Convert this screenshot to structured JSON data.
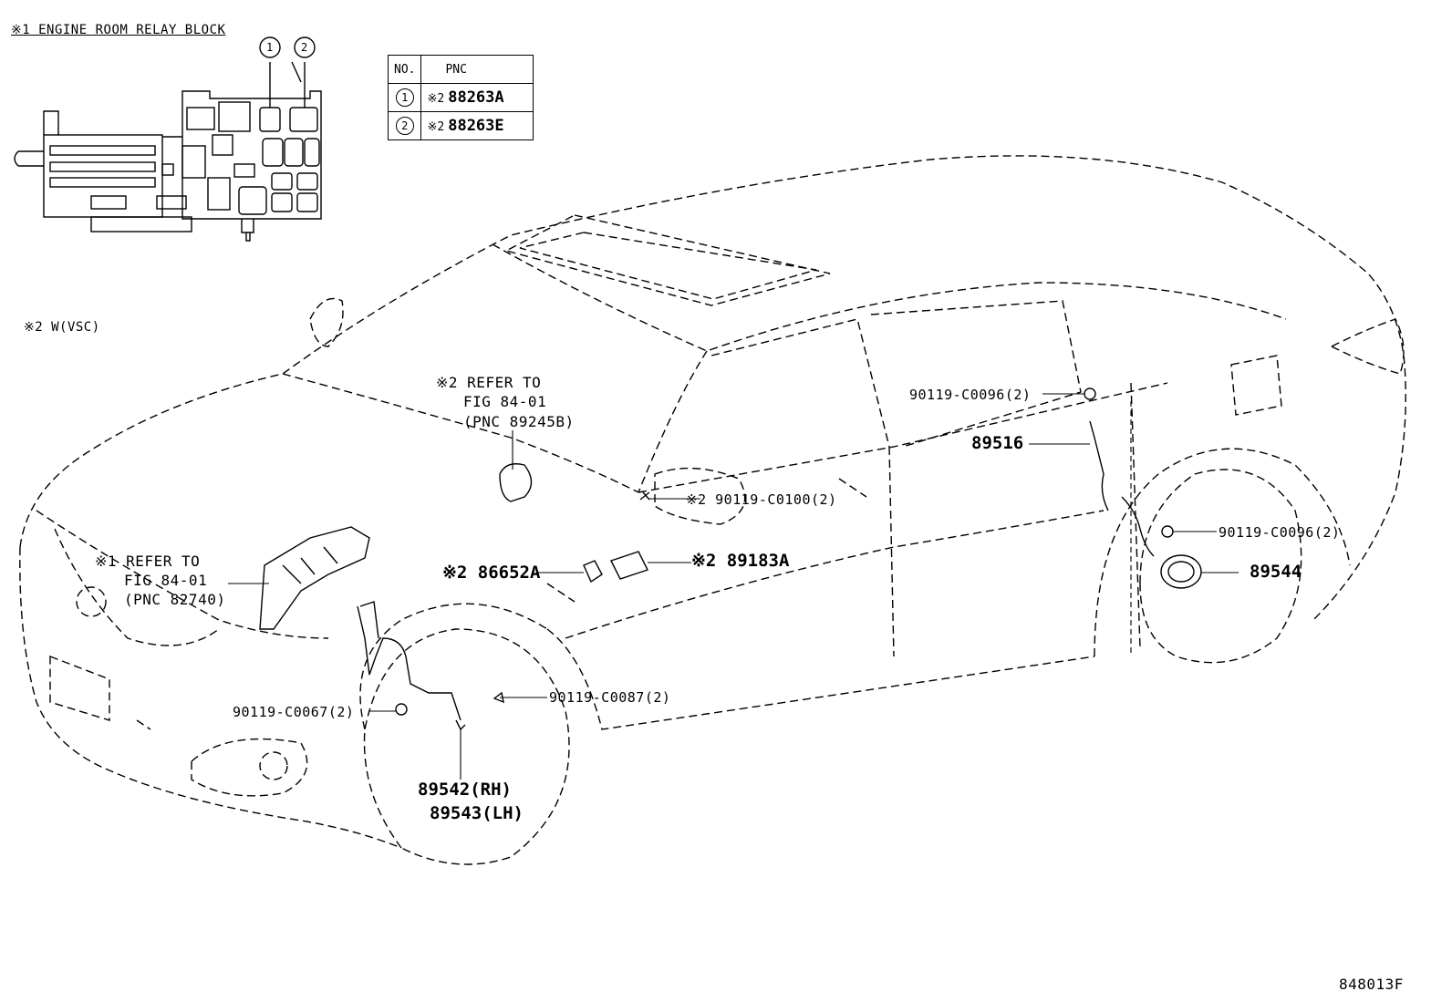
{
  "relay_block": {
    "caption": "※1 ENGINE ROOM RELAY BLOCK",
    "callout_1": "1",
    "callout_2": "2"
  },
  "pnc_table": {
    "header_no": "NO.",
    "header_pnc": "PNC",
    "rows": [
      {
        "no": "1",
        "mark": "※2",
        "pnc": "88263A"
      },
      {
        "no": "2",
        "mark": "※2",
        "pnc": "88263E"
      }
    ]
  },
  "note_vsc": "※2 W(VSC)",
  "callouts": {
    "refer_fig_89245b": [
      "※2 REFER TO",
      "FIG 84-01",
      "(PNC 89245B)"
    ],
    "refer_fig_82740": [
      "※1 REFER TO",
      "FIG 84-01",
      "(PNC 82740)"
    ],
    "bolt_c0096_upper": "90119-C0096(2)",
    "sensor_89516": "89516",
    "bolt_c0100": "※2 90119-C0100(2)",
    "bolt_c0096_lower": "90119-C0096(2)",
    "rotor_89544": "89544",
    "sensor_89183a": "※2 89183A",
    "sensor_86652a": "※2 86652A",
    "bolt_c0087": "90119-C0087(2)",
    "bolt_c0067": "90119-C0067(2)",
    "sensor_89542_rh": "89542(RH)",
    "sensor_89543_lh": "89543(LH)"
  },
  "figure_id": "848013F"
}
